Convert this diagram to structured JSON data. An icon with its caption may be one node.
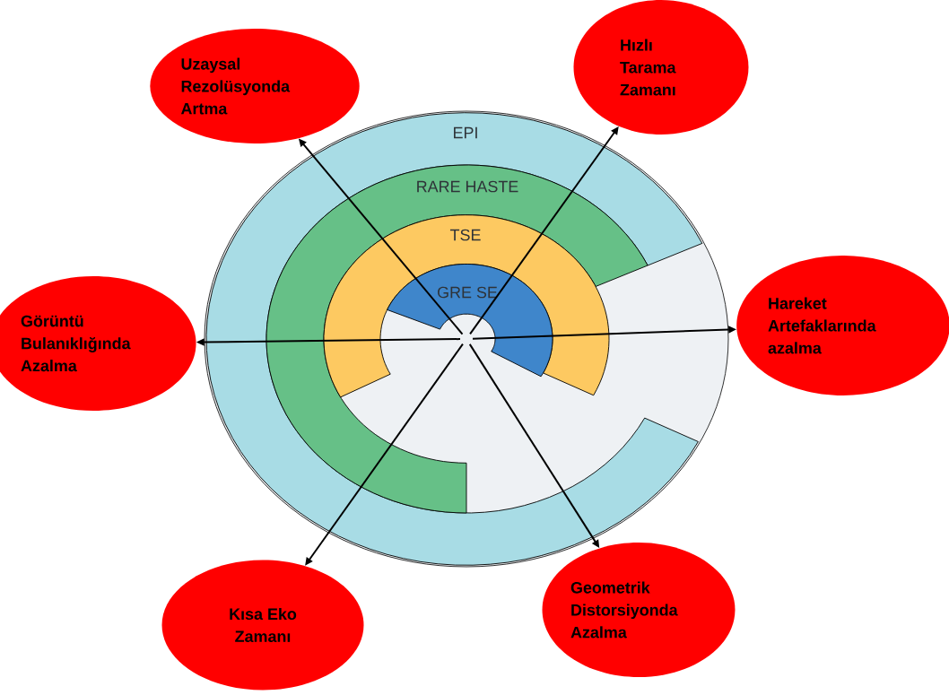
{
  "diagram": {
    "nodes": [
      {
        "text": [
          "Uzaysal Rezolüsyonda Artma"
        ]
      },
      {
        "text": [
          "Hızlı Tarama Zamanı"
        ]
      },
      {
        "text": [
          "EPI"
        ]
      },
      {
        "text": [
          "RARE HASTE"
        ]
      },
      {
        "text": [
          "TSE"
        ]
      },
      {
        "text": [
          "GRE SE"
        ]
      },
      {
        "text": [
          "Görüntü Bulanıklığında Azalma"
        ]
      },
      {
        "text": [
          "Hareket Artefaklarında azalma"
        ]
      },
      {
        "text": [
          "Kısa Eko Zamanı"
        ]
      },
      {
        "text": [
          "Geometrik Distorsiyonda Azalma"
        ]
      }
    ],
    "edges": [
      {
        "from": null,
        "to": 0,
        "arrow": "to"
      },
      {
        "from": null,
        "to": 1,
        "arrow": "to"
      },
      {
        "from": null,
        "to": 6,
        "arrow": "to"
      },
      {
        "from": null,
        "to": 7,
        "arrow": "to"
      },
      {
        "from": null,
        "to": 8,
        "arrow": "to"
      },
      {
        "from": null,
        "to": 9,
        "arrow": "to"
      }
    ]
  }
}
